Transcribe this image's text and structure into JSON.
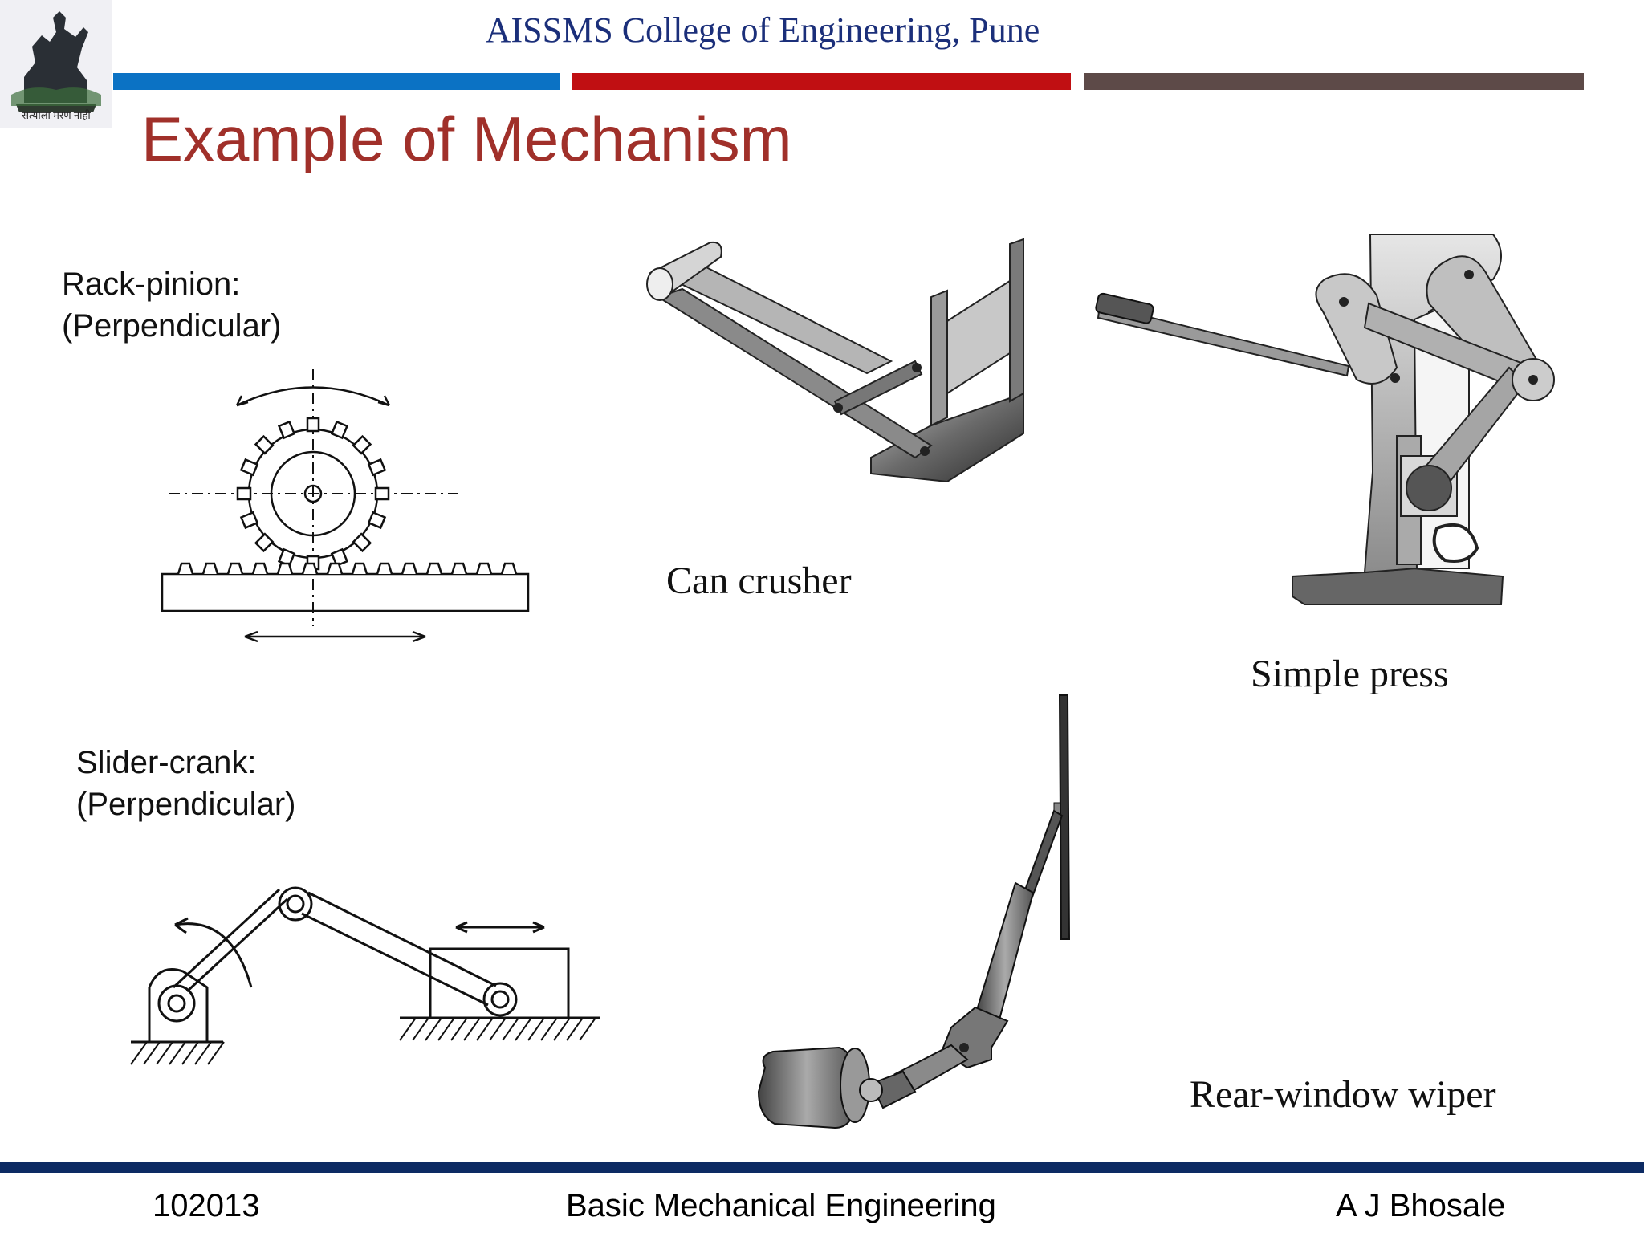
{
  "header": {
    "college_name": "AISSMS College of Engineering, Pune",
    "logo_motto": "सत्याला मरण नाही",
    "colors": {
      "blue": "#0b72c4",
      "red": "#c00f12",
      "brown": "#5d4a48"
    }
  },
  "slide": {
    "title": "Example of Mechanism",
    "title_color": "#a0302a"
  },
  "figures": {
    "rack_pinion": {
      "line1": "Rack-pinion:",
      "line2": "(Perpendicular)"
    },
    "slider_crank": {
      "line1": "Slider-crank:",
      "line2": "(Perpendicular)"
    },
    "can_crusher": "Can crusher",
    "simple_press": "Simple press",
    "rear_wiper": "Rear-window wiper"
  },
  "footer": {
    "code": "102013",
    "course": "Basic Mechanical Engineering",
    "author": "A J Bhosale"
  }
}
